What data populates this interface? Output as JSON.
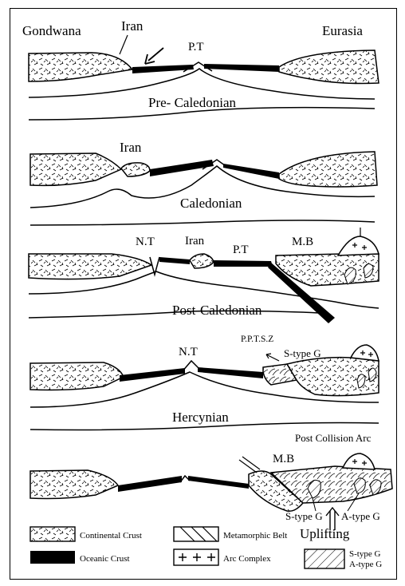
{
  "panel1": {
    "gondwana": "Gondwana",
    "iran": "Iran",
    "pt": "P.T",
    "eurasia": "Eurasia",
    "stage": "Pre- Caledonian"
  },
  "panel2": {
    "iran": "Iran",
    "stage": "Caledonian"
  },
  "panel3": {
    "nt": "N.T",
    "iran": "Iran",
    "pt": "P.T",
    "mb": "M.B",
    "stage": "Post-Caledonian"
  },
  "panel4": {
    "pptsz": "P.P.T.S.Z",
    "nt": "N.T",
    "s_type": "S-type G",
    "stage": "Hercynian"
  },
  "panel5": {
    "post_collision": "Post Collision Arc",
    "mb": "M.B",
    "s_type": "S-type G",
    "a_type": "A-type G",
    "uplifting": "Uplifting"
  },
  "legend": {
    "continental": "Continental Crust",
    "metamorphic": "Metamorphic Belt",
    "oceanic": "Oceanic Crust",
    "arc": "Arc Complex",
    "s_type": "S-type G",
    "a_type": "A-type G"
  },
  "colors": {
    "ink": "#000000",
    "paper": "#ffffff"
  }
}
